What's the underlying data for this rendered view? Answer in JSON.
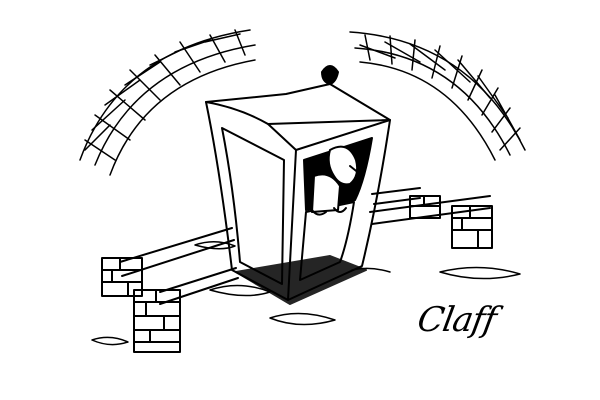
{
  "illustration": {
    "kind": "cartoon",
    "subject": "sedan chair resting on brick supports with a man peering out of the window",
    "signature": "Claff",
    "colors": {
      "ink": "#000000",
      "paper": "#ffffff"
    }
  }
}
